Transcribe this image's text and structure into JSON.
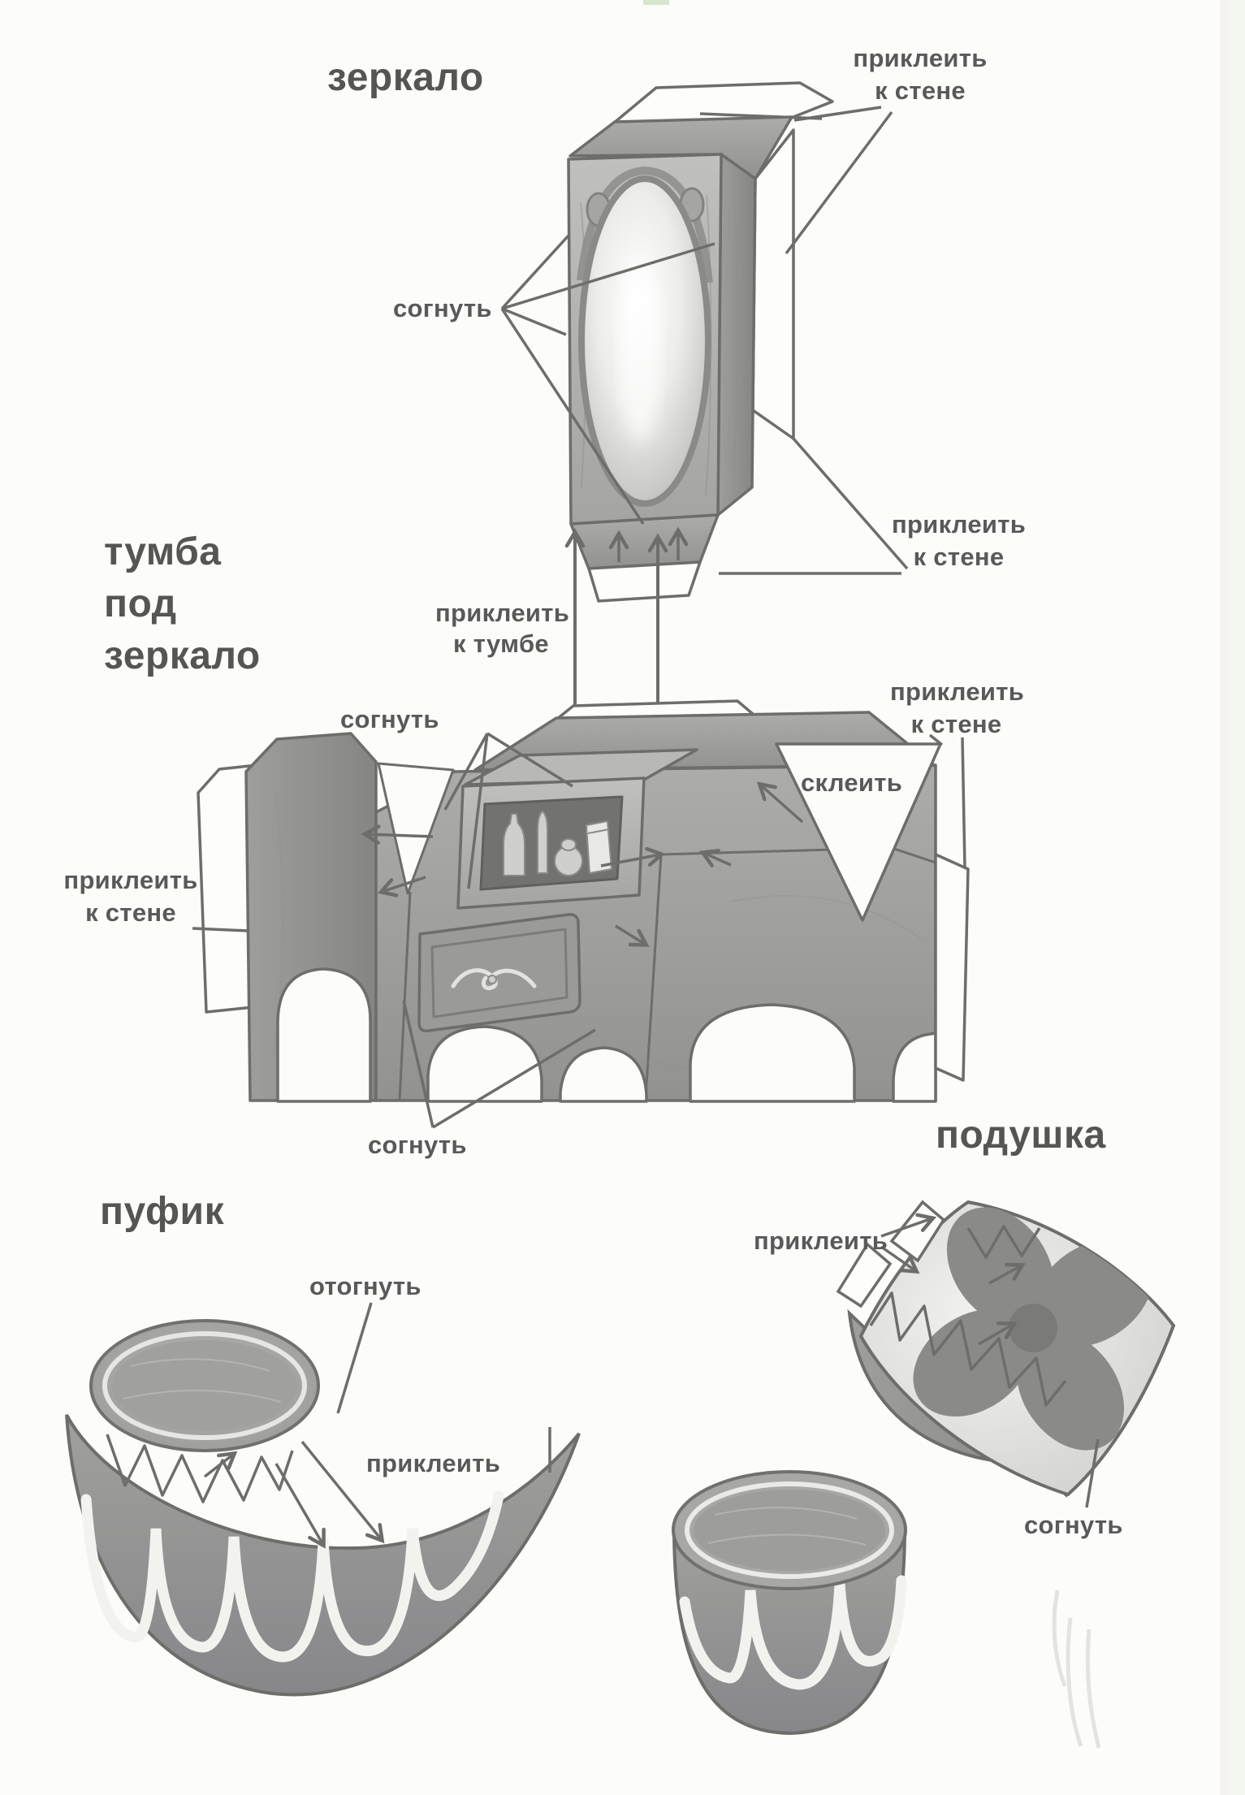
{
  "document": {
    "kind": "papercraft furniture assembly diagram",
    "language": "ru"
  },
  "colors": {
    "background": "#fcfcfa",
    "text": "#59595a",
    "line": "#6d6d6a",
    "wood_light": "#b9b9b6",
    "wood_mid": "#a3a3a0",
    "wood_dark": "#8a8a87"
  },
  "sections": {
    "mirror": {
      "title": "зеркало",
      "labels": {
        "glue_wall_top": "приклеить\nк стене",
        "bend": "согнуть",
        "glue_wall_right": "приклеить\nк стене"
      }
    },
    "vanity": {
      "title": "тумба\nпод\nзеркало",
      "labels": {
        "glue_to_cabinet": "приклеить\nк тумбе",
        "bend_top": "согнуть",
        "glue_wall_right": "приклеить\nк стене",
        "glue_together": "склеить",
        "glue_wall_left": "приклеить\nк стене",
        "bend_bottom": "согнуть"
      }
    },
    "pouf": {
      "title": "пуфик",
      "labels": {
        "fold_back": "отогнуть",
        "glue": "приклеить"
      }
    },
    "pillow": {
      "title": "подушка",
      "labels": {
        "glue": "приклеить",
        "bend": "согнуть"
      }
    }
  }
}
